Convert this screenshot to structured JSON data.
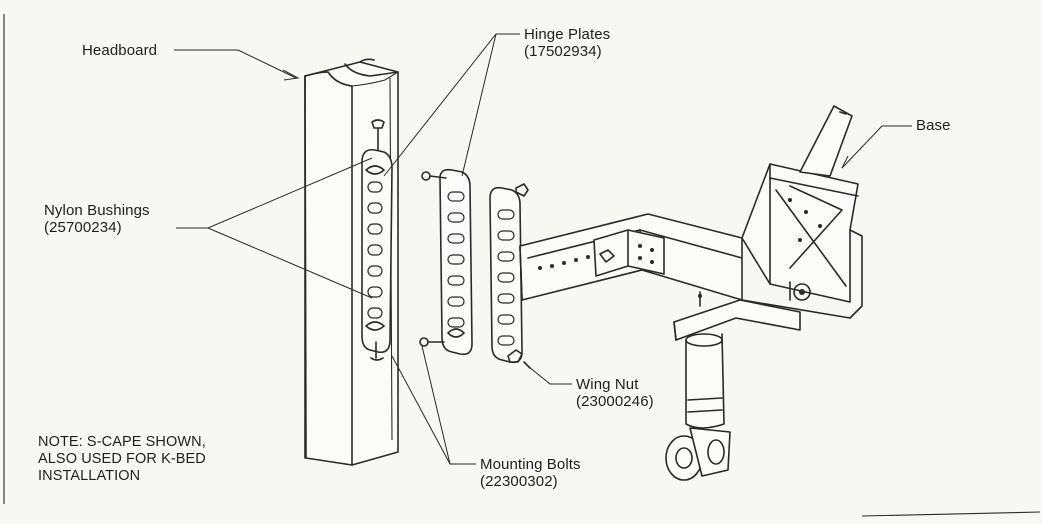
{
  "labels": {
    "headboard": "Headboard",
    "hinge_plates": "Hinge Plates",
    "hinge_plates_part": "(17502934)",
    "base": "Base",
    "nylon_bushings": "Nylon Bushings",
    "nylon_bushings_part": "(25700234)",
    "wing_nut": "Wing Nut",
    "wing_nut_part": "(23000246)",
    "mounting_bolts": "Mounting Bolts",
    "mounting_bolts_part": "(22300302)"
  },
  "note": {
    "line1": "NOTE: S-CAPE SHOWN,",
    "line2": "ALSO USED FOR K-BED",
    "line3": "INSTALLATION"
  },
  "colors": {
    "ink": "#2a2a2a",
    "paper": "#f7f7f4"
  }
}
